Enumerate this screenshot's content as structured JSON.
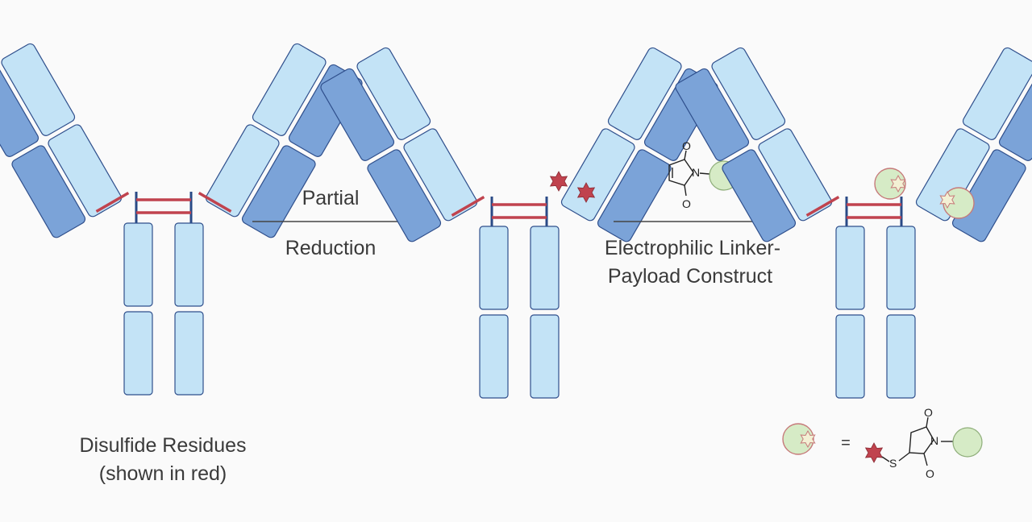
{
  "colors": {
    "light_domain": "#c3e3f6",
    "dark_domain": "#7ba3d8",
    "domain_stroke": "#2f4f8c",
    "disulfide": "#c0434e",
    "hinge": "#2a4a86",
    "payload": "#d6ebc6",
    "payload_stroke": "#c67a7a",
    "thiol_star": "#c0434e"
  },
  "labels": {
    "disulfide_caption_line1": "Disulfide Residues",
    "disulfide_caption_line2": "(shown in red)",
    "step1_line1": "Partial",
    "step1_line2": "Reduction",
    "step2_line1": "Electrophilic Linker-",
    "step2_line2": "Payload Construct",
    "equals": "="
  },
  "chemistry": {
    "maleimide": {
      "n": "N",
      "o_top": "O",
      "o_bottom": "O"
    },
    "conjugate": {
      "s": "S",
      "n": "N",
      "o_top": "O",
      "o_bottom": "O"
    }
  }
}
